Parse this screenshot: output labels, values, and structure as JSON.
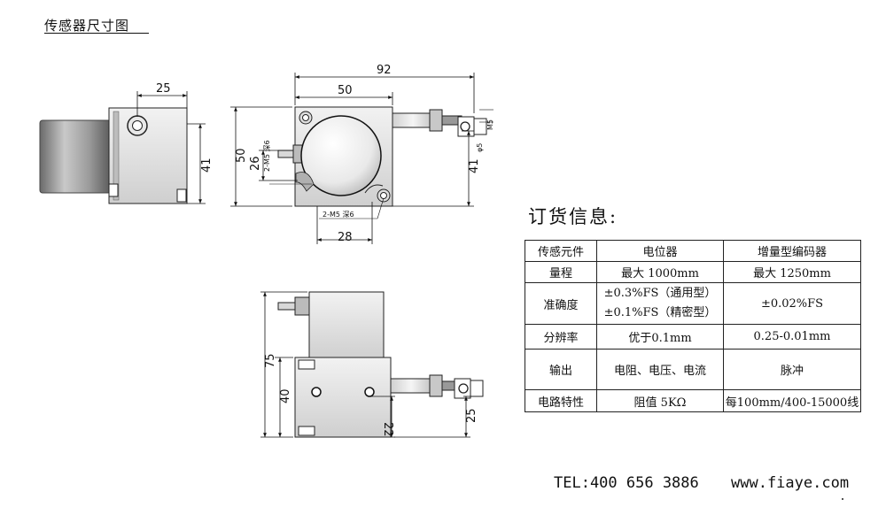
{
  "page_title": "传感器尺寸图",
  "drawing": {
    "side_view": {
      "dim_top": "25",
      "dim_right": "41"
    },
    "front_view": {
      "dim_overall_width": "92",
      "dim_body_width": "50",
      "dim_height": "50",
      "dim_offset": "26",
      "dim_right": "41",
      "dim_bottom": "28",
      "hole_note_top": "2-M5 深6",
      "hole_note_bottom": "2-M5 深6",
      "pin_m5": "M5",
      "pin_dia": "φ5"
    },
    "bottom_view": {
      "dim_total_height": "75",
      "dim_body_height": "40",
      "dim_hole_offset": "22",
      "dim_end": "25"
    }
  },
  "order_info": {
    "title": "订货信息:",
    "rows": [
      [
        "传感元件",
        "电位器",
        "增量型编码器"
      ],
      [
        "量程",
        "最大 1000mm",
        "最大 1250mm"
      ],
      [
        "准确度",
        "±0.3%FS（通用型）",
        "±0.02%FS"
      ],
      [
        "分辨率",
        "优于0.1mm",
        "0.25-0.01mm"
      ],
      [
        "输出",
        "电阻、电压、电流",
        "脉冲"
      ],
      [
        "电路特性",
        "阻值 5KΩ",
        "每100mm/400-15000线"
      ]
    ],
    "accuracy_precision": "±0.1%FS（精密型）"
  },
  "footer": {
    "tel": "TEL:400 656 3886",
    "website": "www.fiaye.com"
  }
}
